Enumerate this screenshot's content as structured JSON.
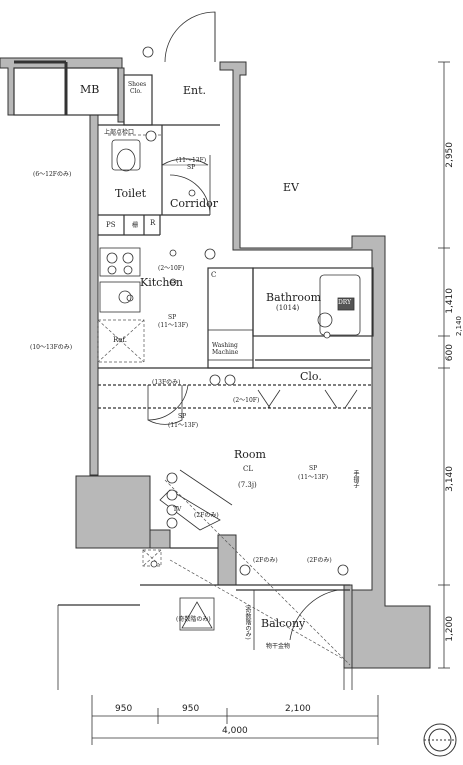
{
  "rooms": {
    "mb": "MB",
    "shoes": "Shoes",
    "shoes2": "Clo.",
    "ent": "Ent.",
    "toilet": "Toilet",
    "corridor": "Corridor",
    "ev": "EV",
    "ps": "PS",
    "kitchen": "Kitchen",
    "bathroom": "Bathroom",
    "bathroom_size": "(1014)",
    "washing1": "Washing",
    "washing2": "Machine",
    "ref": "Ref.",
    "clo": "Clo.",
    "room": "Room",
    "room_size": "(7.3j)",
    "balcony": "Balcony",
    "cl": "CL",
    "sp": "SP",
    "ps_mark": "R",
    "c_mark": "C",
    "dry": "DRY",
    "tv": "TV",
    "kanji1": "栅",
    "kanji2": "物干金物"
  },
  "notes": {
    "n1": "上部点检口",
    "n2": "(6～12Fのみ)",
    "n3": "(11～13F)",
    "n4": "(2～10F)",
    "n5": "(11～13F)",
    "n6": "(10～13Fのみ)",
    "n7": "(13Fのみ)",
    "n8": "(2～10F)",
    "n9": "(11～13F)",
    "n10": "(11～13F)",
    "n11": "(2Fのみ)",
    "n12": "(2Fのみ)",
    "n13": "(2Fのみ)",
    "n14": "(奇数階のみ)",
    "n15": "手摺子",
    "n16": "(奇数階のみ)",
    "sep": "SP"
  },
  "dims": {
    "right": [
      "2,950",
      "1,410",
      "600",
      "3,140",
      "1,200"
    ],
    "right_clip": "2,140",
    "bottom": [
      "950",
      "950",
      "2,100"
    ],
    "total": "4,000"
  }
}
